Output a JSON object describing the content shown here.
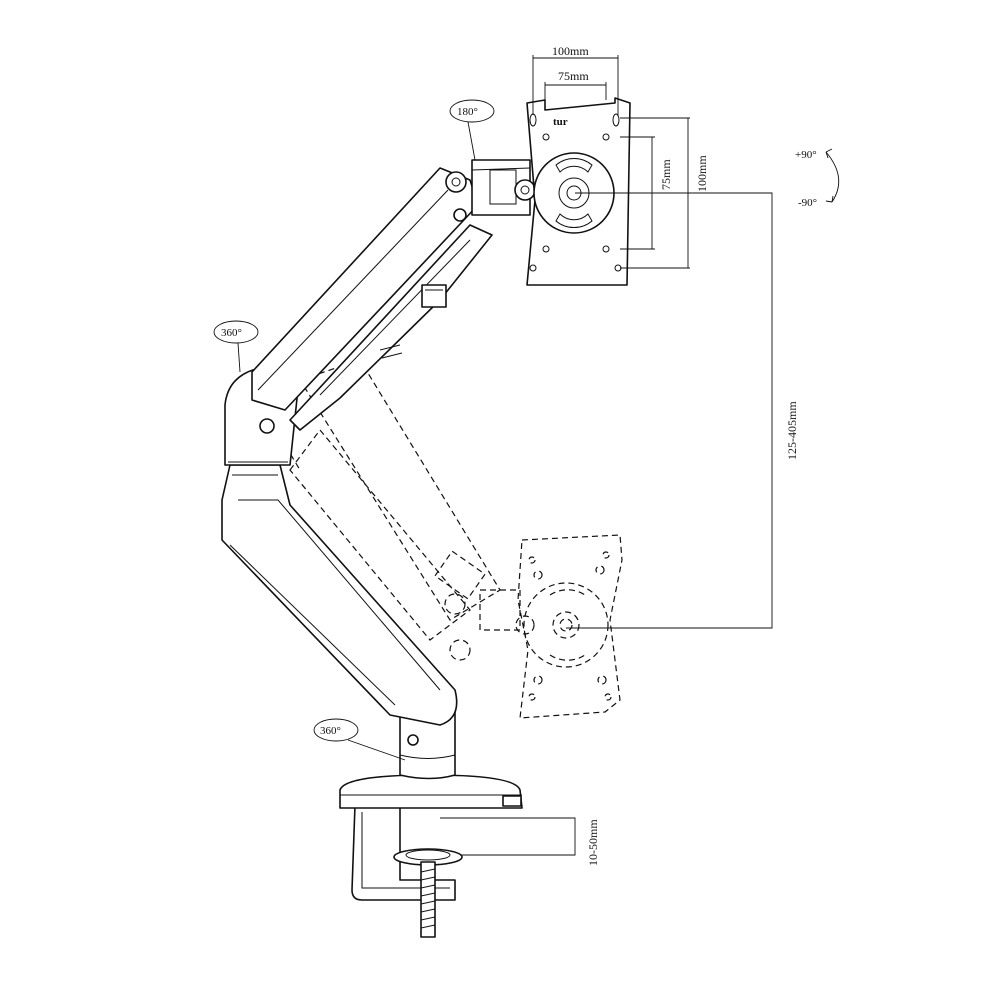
{
  "diagram": {
    "rotation_labels": {
      "tilt_plus": "+90°",
      "tilt_minus": "-90°",
      "swivel_head": "180°",
      "swivel_elbow": "360°",
      "swivel_base": "360°"
    },
    "dimensions": {
      "vesa_width_large": "100mm",
      "vesa_width_small": "75mm",
      "vesa_height_small": "75mm",
      "vesa_height_large": "100mm",
      "height_range": "125-405mm",
      "clamp_range": "10-50mm"
    },
    "logo_text": "tur"
  },
  "colors": {
    "line": "#111111",
    "background": "#ffffff"
  }
}
